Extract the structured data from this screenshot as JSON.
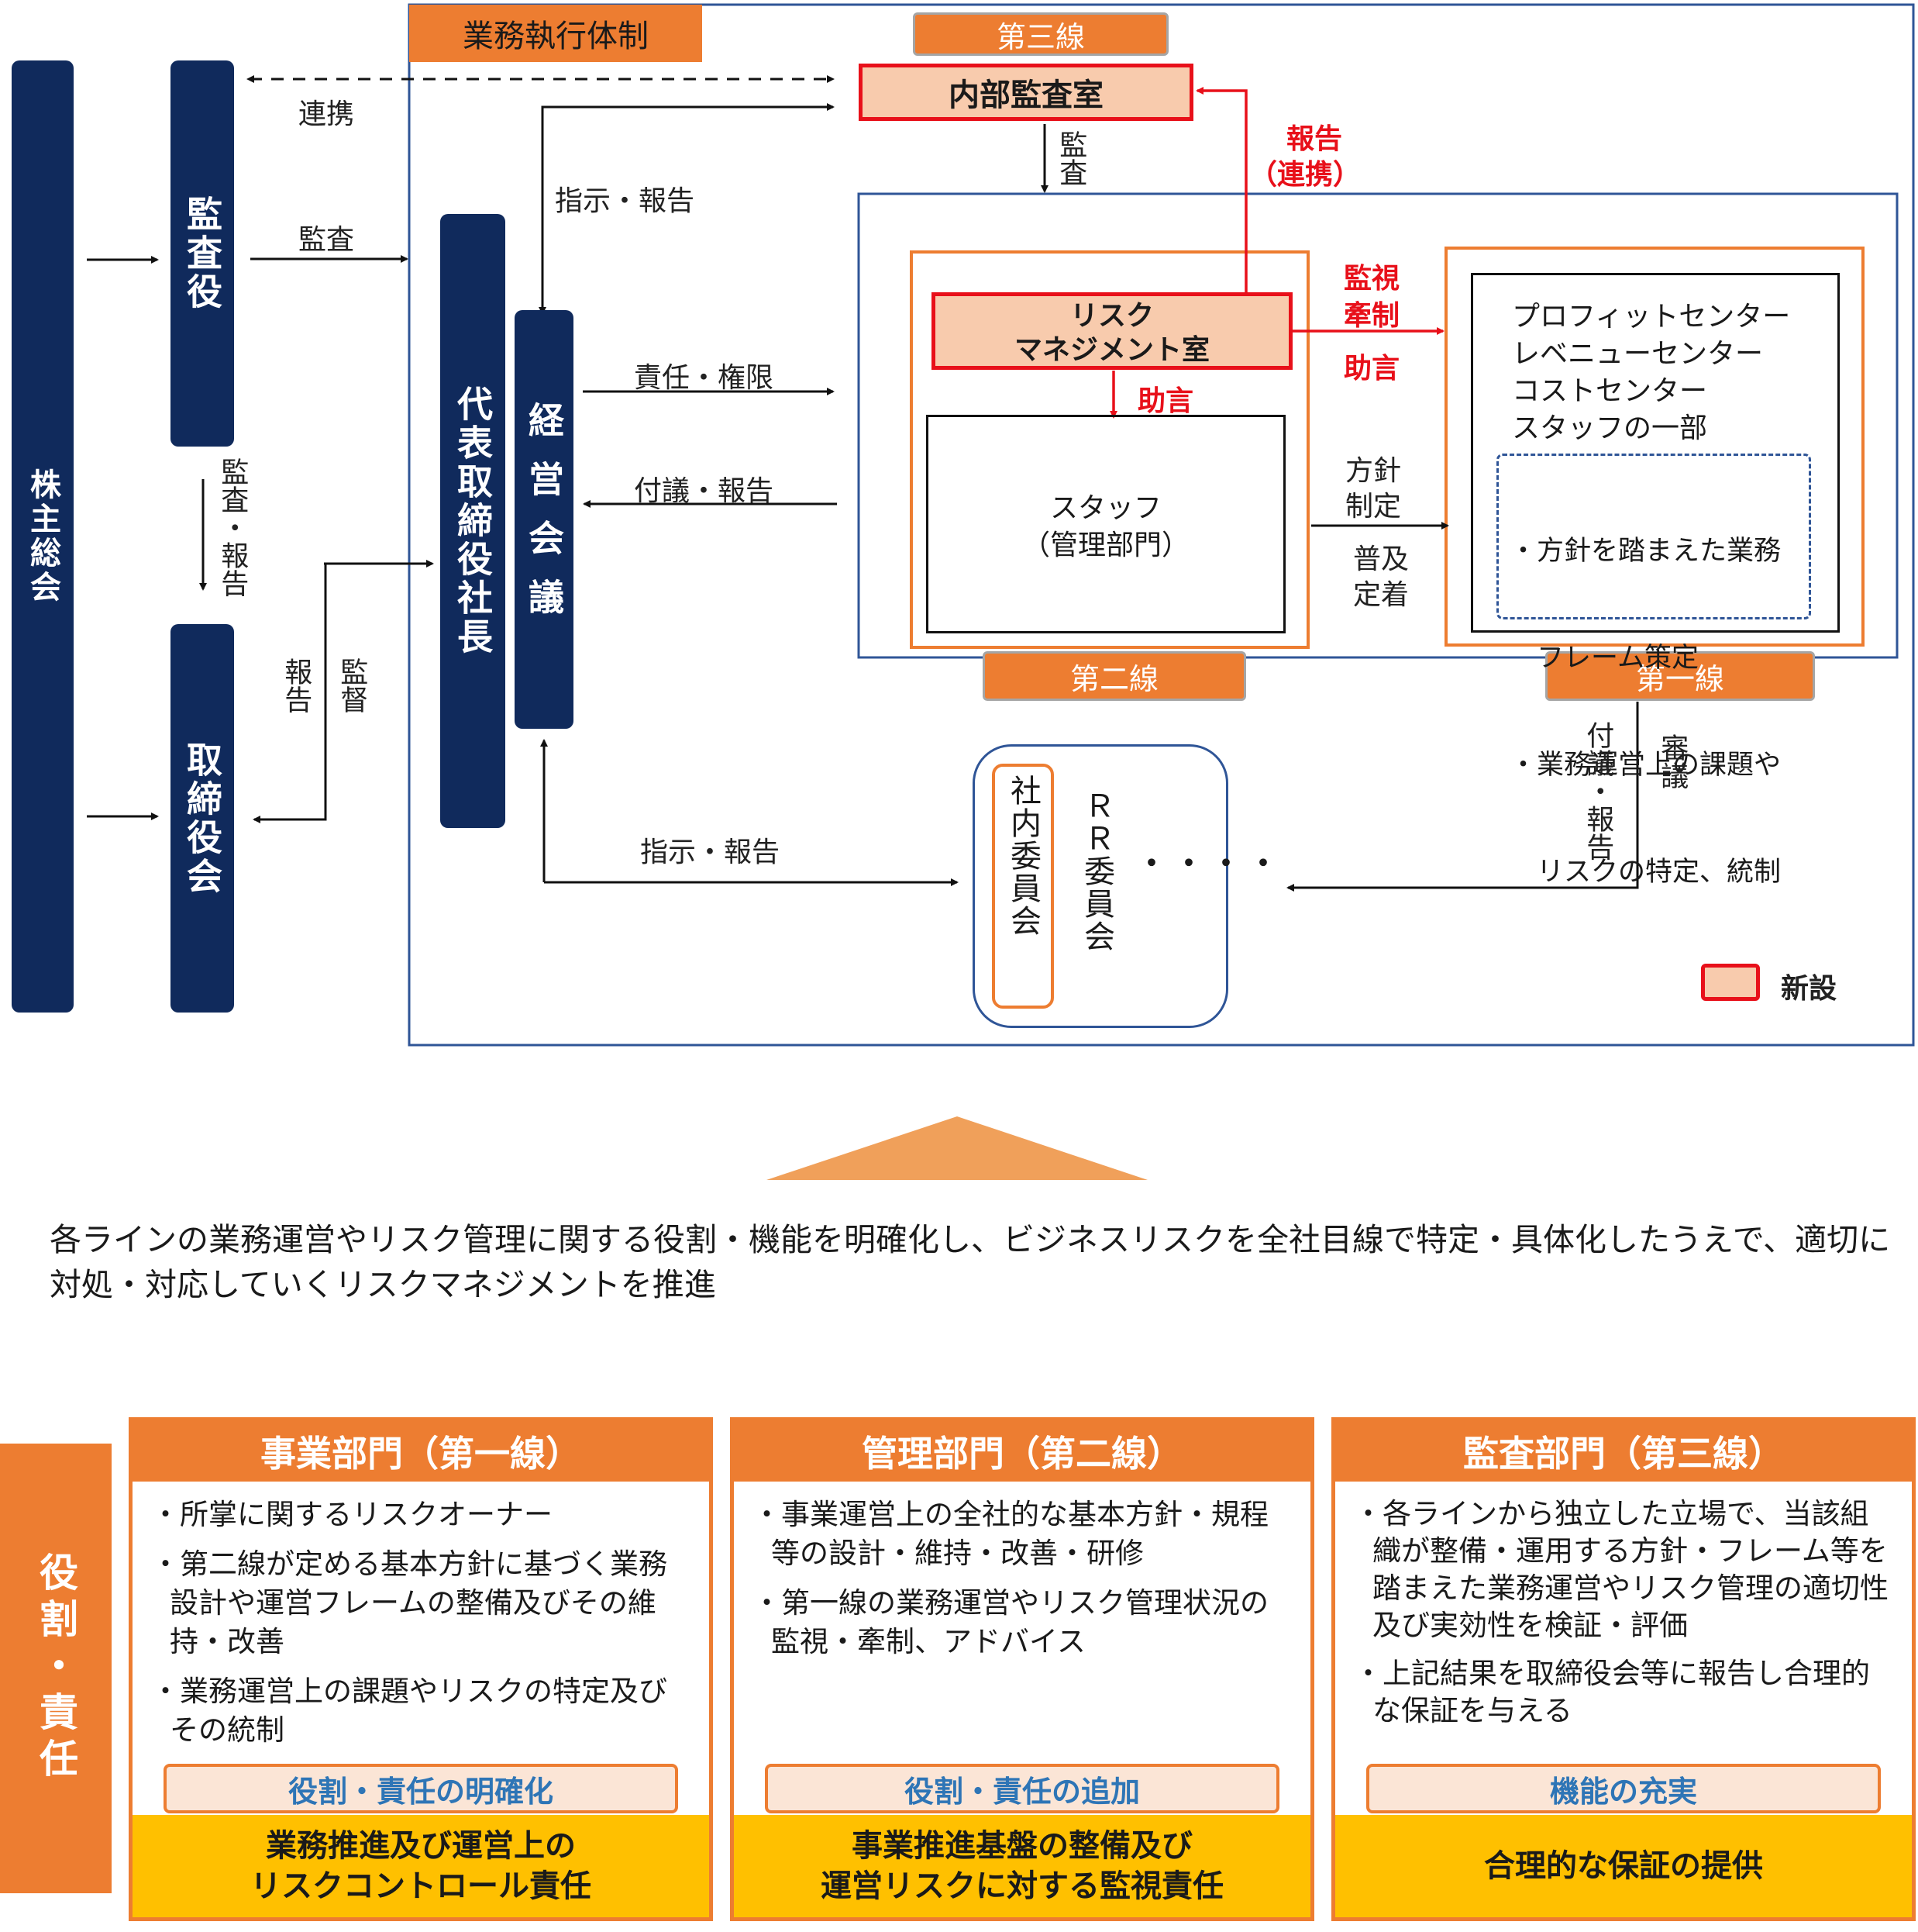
{
  "diagram": {
    "gyomu_label": "業務執行体制",
    "kabunushi": "株主総会",
    "kansayaku": "監査役",
    "torishimariyakukai": "取締役会",
    "daihyo": "代表取締役社長",
    "keiei": "経営会議",
    "dai3": "第三線",
    "naibu": "内部監査室",
    "dai2": "第二線",
    "dai1": "第一線",
    "risk_line1": "リスク",
    "risk_line2": "マネジメント室",
    "staff_line1": "スタッフ",
    "staff_line2": "（管理部門）",
    "profit_lines": [
      "プロフィットセンター",
      "レベニューセンター",
      "コストセンター",
      "スタッフの一部"
    ],
    "dashed_lines": [
      "・方針を踏まえた業務",
      "　フレーム策定",
      "・業務運営上の課題や",
      "　リスクの特定、統制"
    ],
    "shanai": "社内委員会",
    "rr": "ＲＲ委員会",
    "dots": "・・・・",
    "legend": "新設",
    "labels": {
      "renkei": "連携",
      "kansa1": "監査",
      "kansa_report": "監査・報告",
      "shiji1": "指示・報告",
      "sekinin": "責任・権限",
      "fugi1": "付議・報告",
      "houkoku_v": "報告",
      "kantoku_v": "監督",
      "kansa_v": "監査",
      "houkoku_renkei1": "報告",
      "houkoku_renkei2": "（連携）",
      "kanshi1": "監視",
      "kanshi2": "牽制",
      "jogen1": "助言",
      "jogen2": "助言",
      "hoshin1": "方針",
      "hoshin2": "制定",
      "fukyu1": "普及",
      "fukyu2": "定着",
      "fugi_v": "付議・報告",
      "shingi_v": "審議",
      "shiji2": "指示・報告"
    }
  },
  "summary": {
    "line1": "各ラインの業務運営やリスク管理に関する役割・機能を明確化し、ビジネスリスクを全社目線で特定・具体化したうえで、適切に",
    "line2": "対処・対応していくリスクマネジメントを推進"
  },
  "roles": {
    "side_label": "役割・責任",
    "columns": [
      {
        "title": "事業部門（第一線）",
        "bullets": [
          "・所掌に関するリスクオーナー",
          "・第二線が定める基本方針に基づく業務設計や運営フレームの整備及びその維持・改善",
          "・業務運営上の課題やリスクの特定及びその統制"
        ],
        "pill": "役割・責任の明確化",
        "footer1": "業務推進及び運営上の",
        "footer2": "リスクコントロール責任"
      },
      {
        "title": "管理部門（第二線）",
        "bullets": [
          "・事業運営上の全社的な基本方針・規程等の設計・維持・改善・研修",
          "・第一線の業務運営やリスク管理状況の監視・牽制、アドバイス"
        ],
        "pill": "役割・責任の追加",
        "footer1": "事業推進基盤の整備及び",
        "footer2": "運営リスクに対する監視責任"
      },
      {
        "title": "監査部門（第三線）",
        "bullets": [
          "・各ラインから独立した立場で、当該組織が整備・運用する方針・フレーム等を踏まえた業務運営やリスク管理の適切性及び実効性を検証・評価",
          "・上記結果を取締役会等に報告し合理的な保証を与える"
        ],
        "pill": "機能の充実",
        "footer1": "合理的な保証の提供",
        "footer2": ""
      }
    ]
  },
  "colors": {
    "navy": "#102a5c",
    "orange": "#ed7d31",
    "red": "#e8101a",
    "peach": "#f8cbad",
    "yellow": "#ffc000",
    "blue_text": "#2e75b6",
    "frame_blue": "#2f5597"
  }
}
